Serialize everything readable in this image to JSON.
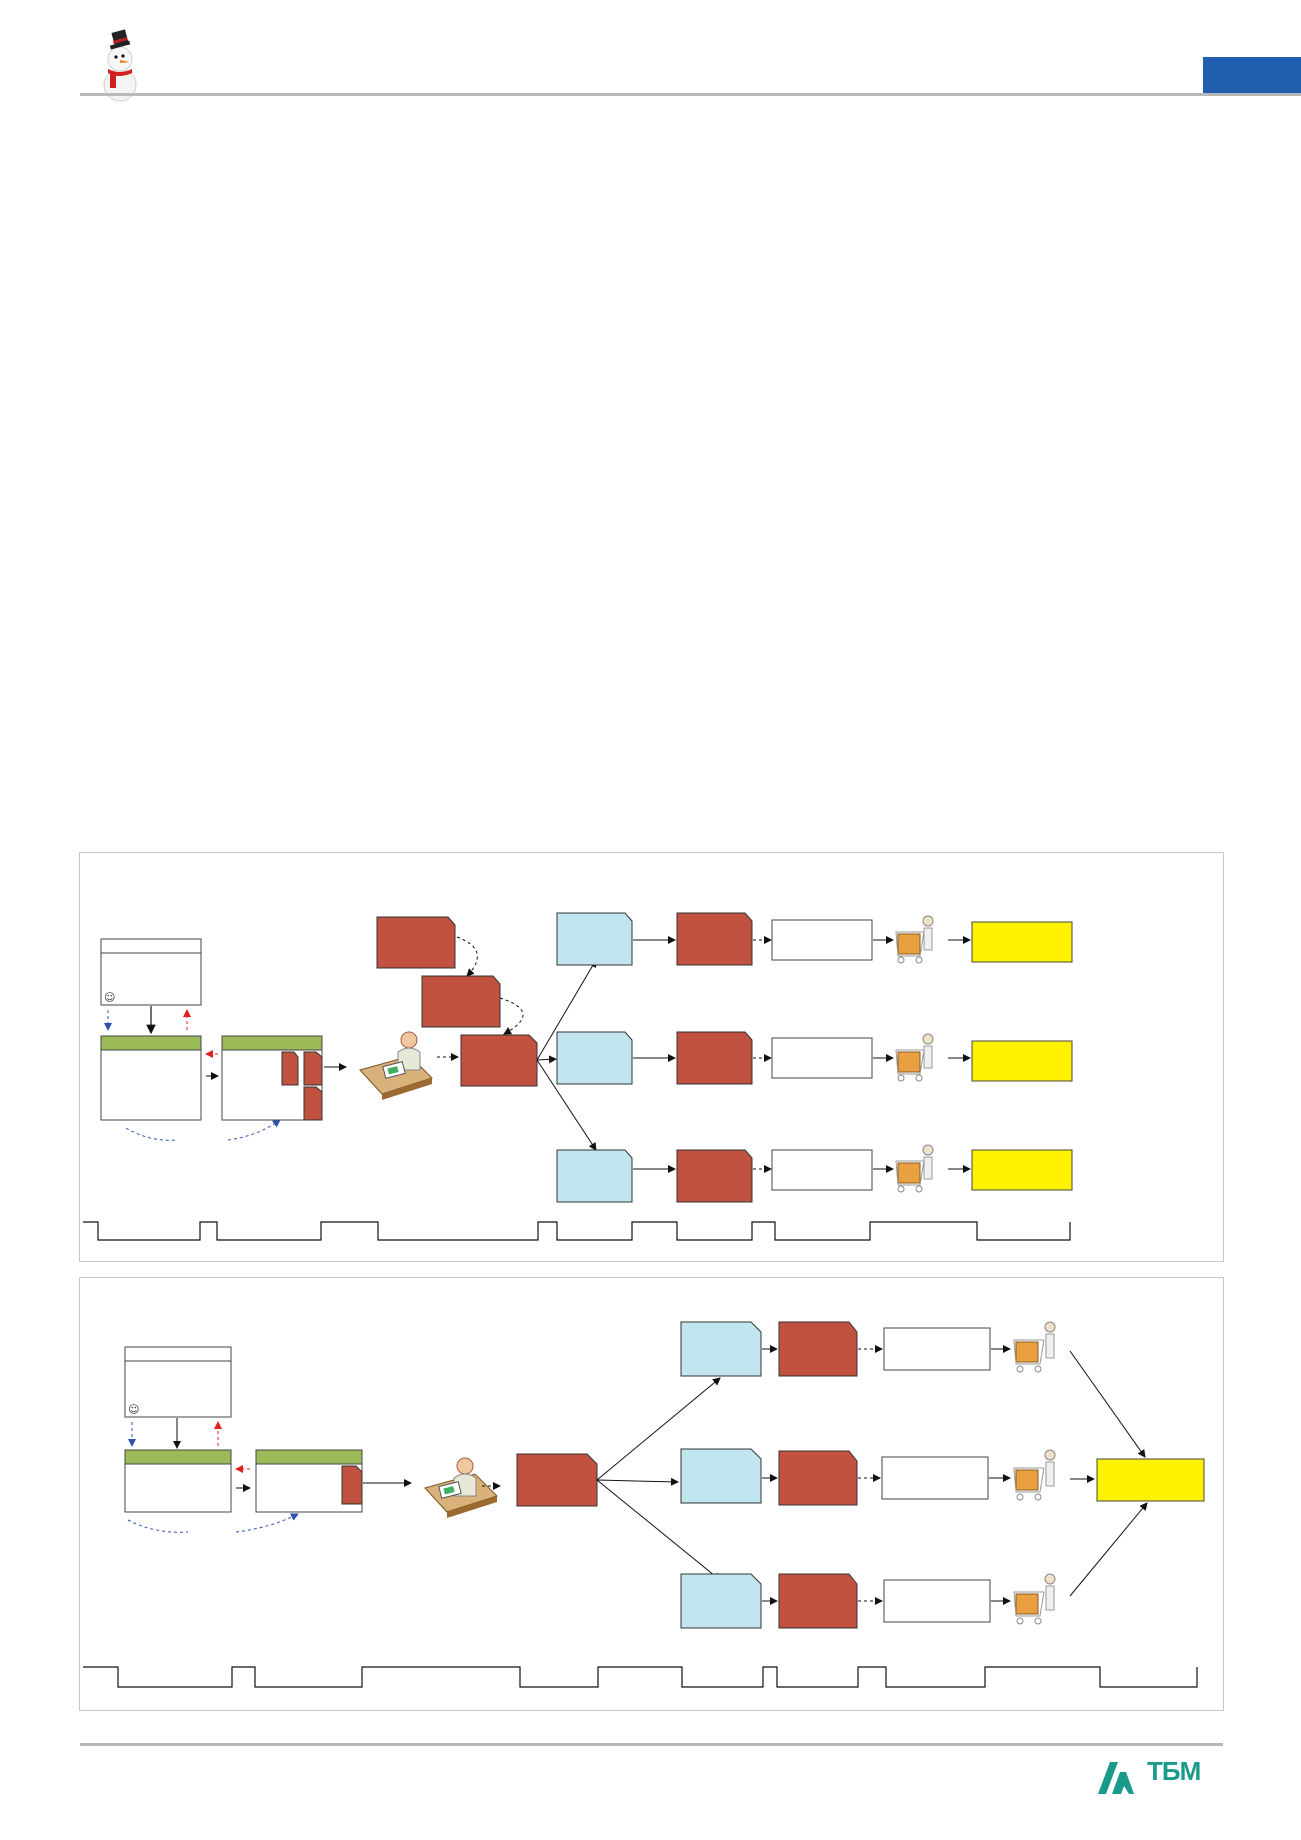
{
  "header": {
    "mascot": "snowman-icon",
    "tab_color": "#1f5fae",
    "rule_color": "#b8b8b8"
  },
  "footer": {
    "logo_mark": "tbm-logo-icon",
    "logo_text": "ТБМ",
    "logo_color": "#1a9a8a"
  },
  "colors": {
    "red_block": "#c0523f",
    "blue_block": "#c2e6ef",
    "yellow_block": "#fff200",
    "green_header": "#9bbb59",
    "dashed_blue": "#3050b0",
    "dashed_red": "#e02020"
  },
  "diagram_top": {
    "icons": [
      "clerk-at-desk-icon",
      "shopping-cart-icon",
      "shopping-cart-icon",
      "shopping-cart-icon"
    ],
    "branches": 3
  },
  "diagram_bottom": {
    "icons": [
      "clerk-at-desk-icon",
      "shopping-cart-icon",
      "shopping-cart-icon",
      "shopping-cart-icon"
    ],
    "branches": 3
  }
}
